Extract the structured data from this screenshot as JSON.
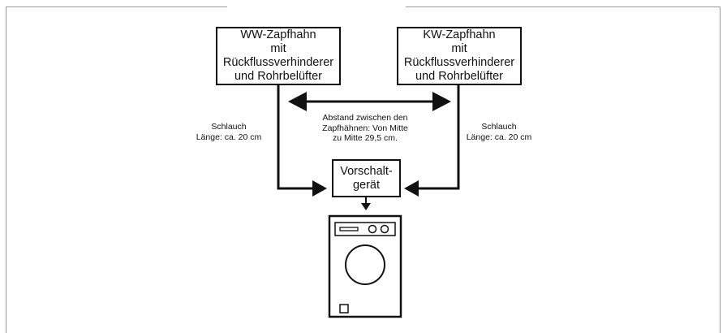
{
  "tap_ww": {
    "line1": "WW-Zapfhahn",
    "line2": "mit",
    "line3": "Rückflussverhinderer",
    "line4": "und Rohrbelüfter"
  },
  "tap_kw": {
    "line1": "KW-Zapfhahn",
    "line2": "mit",
    "line3": "Rückflussverhinderer",
    "line4": "und Rohrbelüfter"
  },
  "distance_label": {
    "line1": "Abstand zwischen den",
    "line2": "Zapfhähnen: Von Mitte",
    "line3": "zu Mitte 29,5 cm."
  },
  "hose_left": {
    "line1": "Schlauch",
    "line2": "Länge: ca. 20 cm"
  },
  "hose_right": {
    "line1": "Schlauch",
    "line2": "Länge: ca. 20 cm"
  },
  "ballast": {
    "line1": "Vorschalt-",
    "line2": "gerät"
  },
  "icons": {
    "appliance": "washing-machine-icon"
  },
  "colors": {
    "line": "#111111",
    "frame": "#9a9a9a",
    "background": "#ffffff"
  }
}
